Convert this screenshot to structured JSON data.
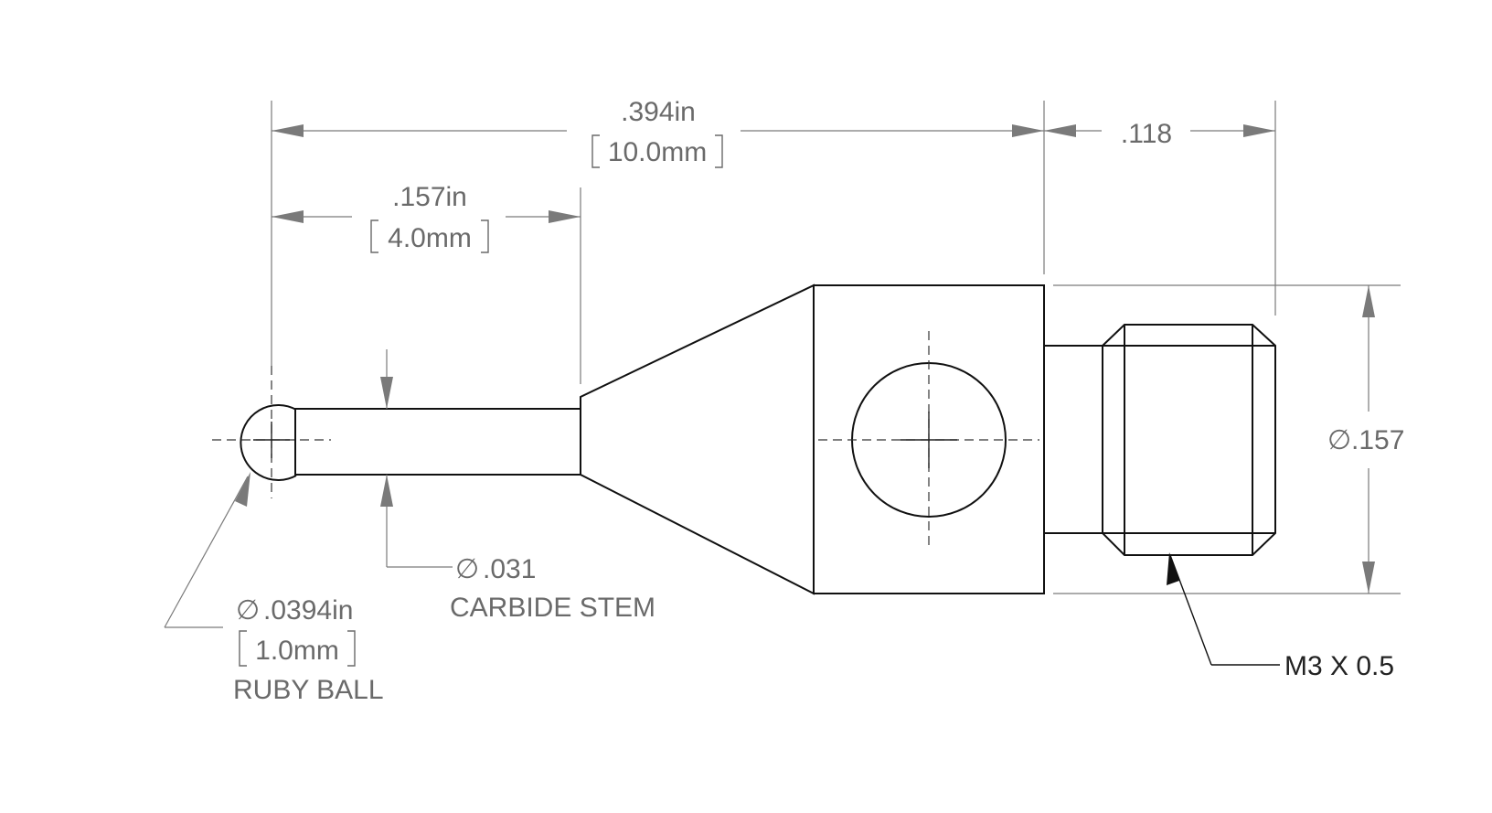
{
  "dimensions": {
    "overall_length_in": ".394in",
    "overall_length_mm": "10.0mm",
    "stem_length_in": ".157in",
    "stem_length_mm": "4.0mm",
    "thread_length": ".118",
    "thread_diameter": ".157",
    "stem_diameter": ".031",
    "ball_diameter_in": ".0394in",
    "ball_diameter_mm": "1.0mm"
  },
  "labels": {
    "stem": "CARBIDE STEM",
    "ball": "RUBY BALL",
    "thread": "M3 X 0.5"
  },
  "symbols": {
    "diameter": "∅"
  },
  "colors": {
    "part_line": "#111111",
    "dimension_line": "#7a7a7a",
    "dimension_text": "#6a6a6a"
  }
}
